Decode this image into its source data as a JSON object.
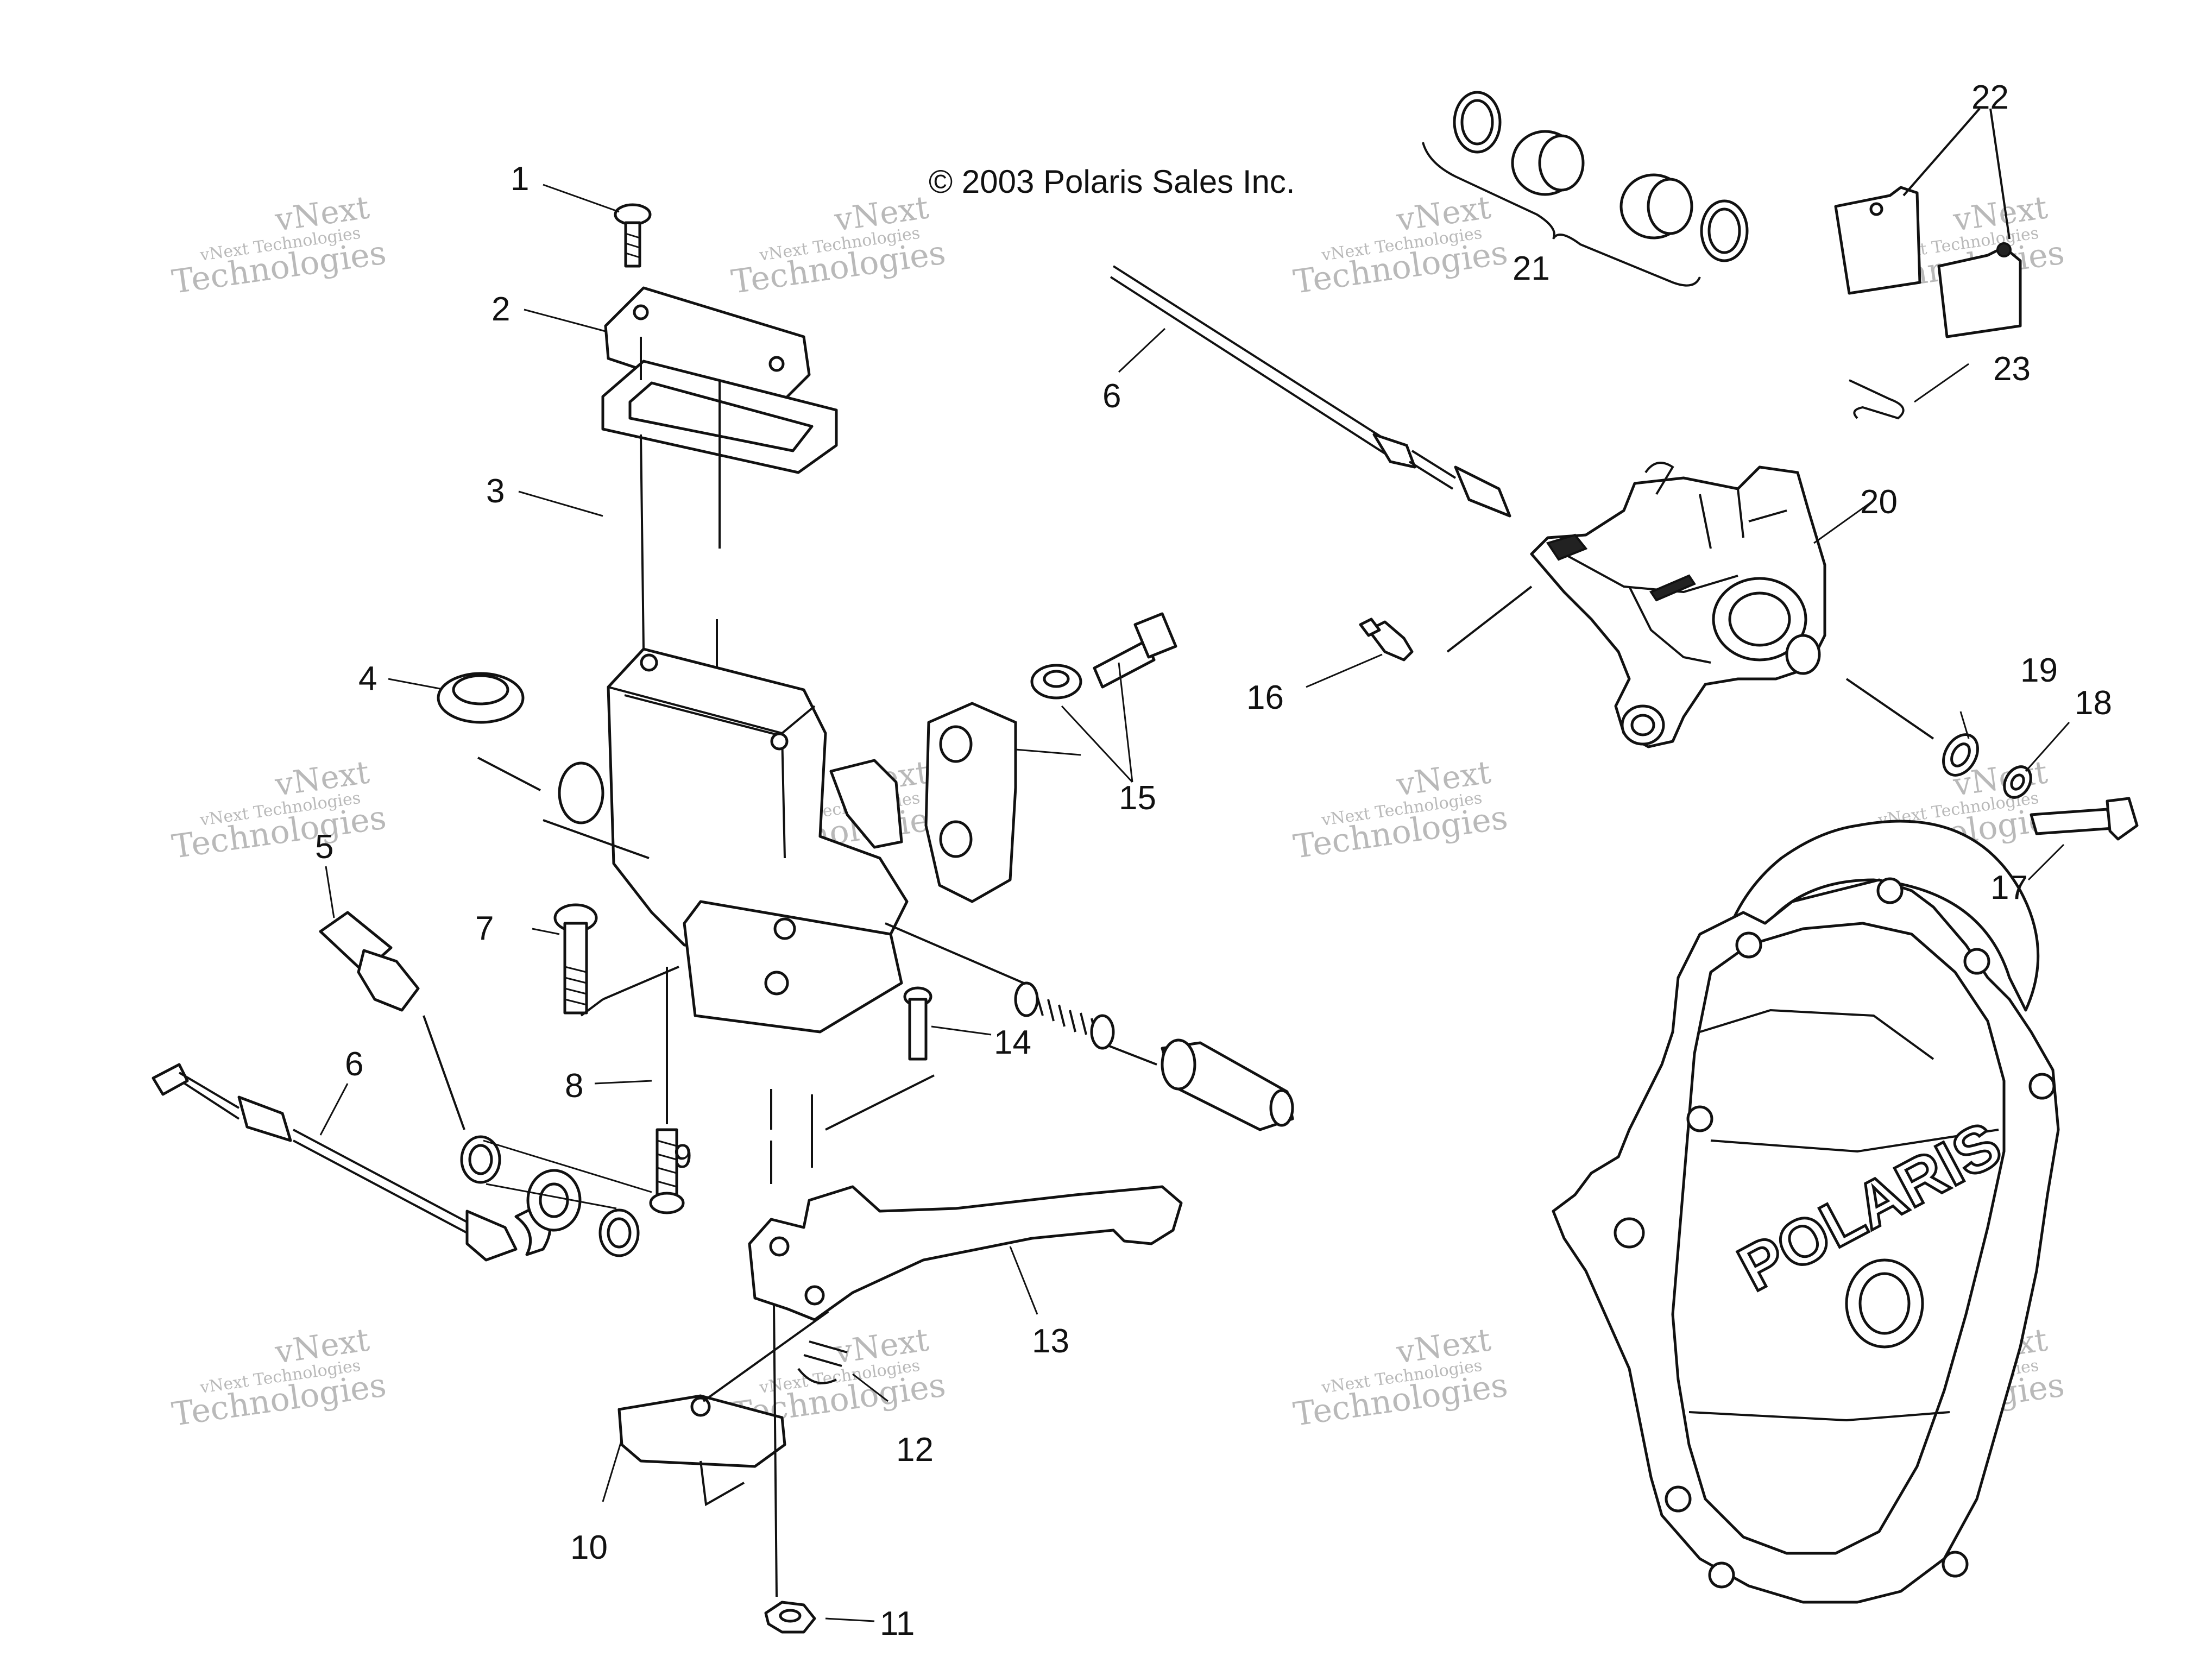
{
  "copyright": "© 2003 Polaris Sales Inc.",
  "brand_logo_text": "POLARIS",
  "watermark": {
    "line1": "vNext",
    "line2": "vNext Technologies",
    "line3": "Technologies"
  },
  "callouts": [
    "1",
    "2",
    "3",
    "4",
    "5",
    "6",
    "7",
    "8",
    "9",
    "10",
    "11",
    "12",
    "13",
    "14",
    "15",
    "16",
    "17",
    "18",
    "19",
    "20",
    "21",
    "22",
    "23",
    "6"
  ]
}
